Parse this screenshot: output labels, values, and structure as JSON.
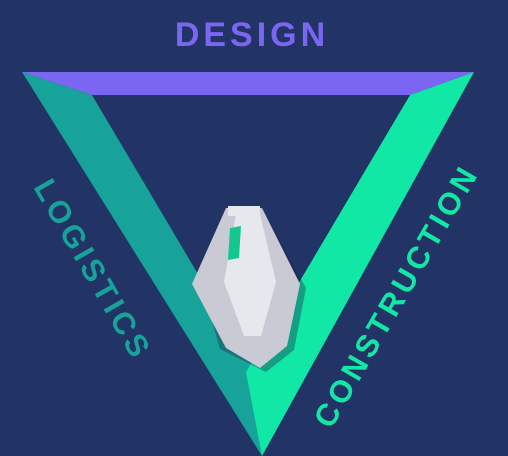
{
  "logo": {
    "top_label": "DESIGN",
    "left_label": "LOGISTICS",
    "right_label": "CONSTRUCTION",
    "icon": "ship-icon"
  },
  "colors": {
    "background": "#223366",
    "design_bar": "#7B66F2",
    "design_text": "#7B66F2",
    "logistics_bar": "#17A39A",
    "logistics_text": "#17A39A",
    "construction_bar": "#12E8A6",
    "construction_text": "#12E8A6",
    "ship_hull": "#C9CAD3",
    "ship_cabin": "#E7E8EE",
    "ship_accent": "#12C98D"
  }
}
